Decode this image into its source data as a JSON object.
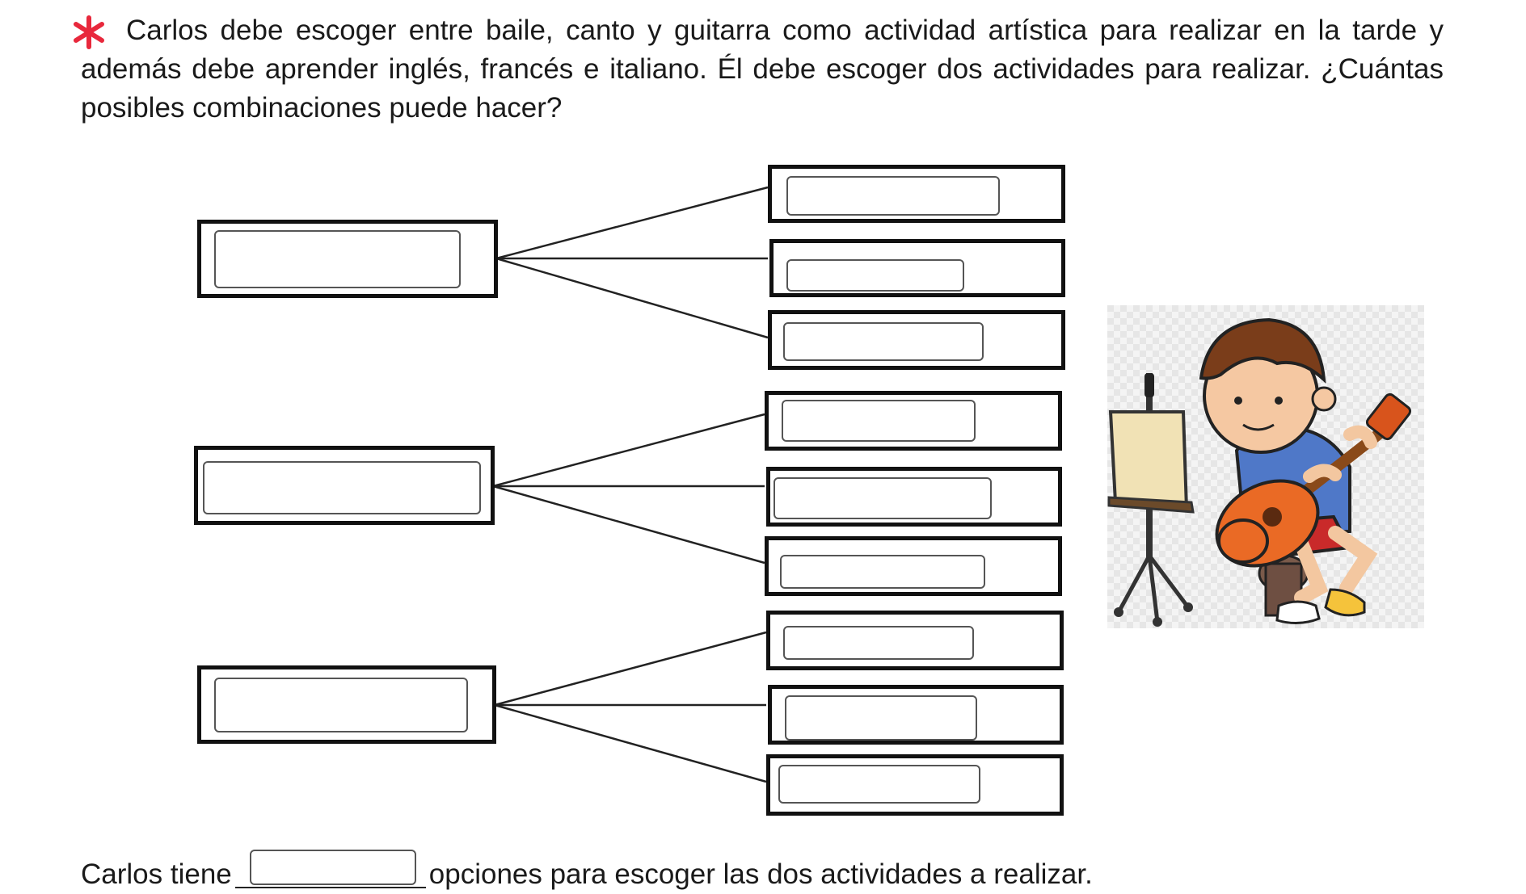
{
  "question": {
    "text": "Carlos debe escoger entre baile, canto y guitarra como actividad artística para realizar en la tarde y además debe aprender inglés, francés e italiano. Él debe escoger dos actividades para realizar. ¿Cuántas posibles combinaciones puede hacer?",
    "marker_color": "#e8283c"
  },
  "tree_diagram": {
    "groups": [
      {
        "parent_value": "",
        "children": [
          "",
          "",
          ""
        ]
      },
      {
        "parent_value": "",
        "children": [
          "",
          "",
          ""
        ]
      },
      {
        "parent_value": "",
        "children": [
          "",
          "",
          ""
        ]
      }
    ]
  },
  "answer": {
    "prefix": "Carlos tiene",
    "value": "",
    "suffix": "opciones para escoger las dos actividades a realizar."
  }
}
